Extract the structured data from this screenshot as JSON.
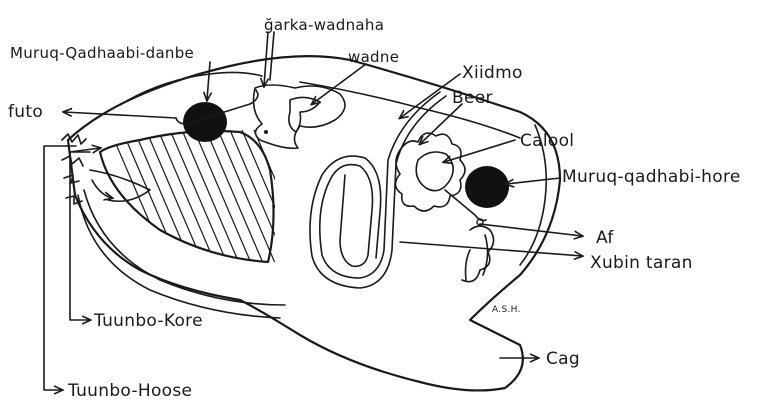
{
  "labels": {
    "gill_channel": "ğarka-wadnaha",
    "anterior_adductor": "Muruq-Qadhaabi-danbe",
    "heart": "wadne",
    "intestine": "Xiidmo",
    "liver": "Beer",
    "stomach": "Calool",
    "posterior_adductor": "Muruq-qadhabi-hore",
    "anus": "futo",
    "mouth": "Af",
    "labial_palps": "Xubin taran",
    "excurrent_siphon": "Tuunbo-Kore",
    "incurrent_siphon": "Tuunbo-Hoose",
    "foot": "Cag",
    "signature": "A.S.H."
  }
}
